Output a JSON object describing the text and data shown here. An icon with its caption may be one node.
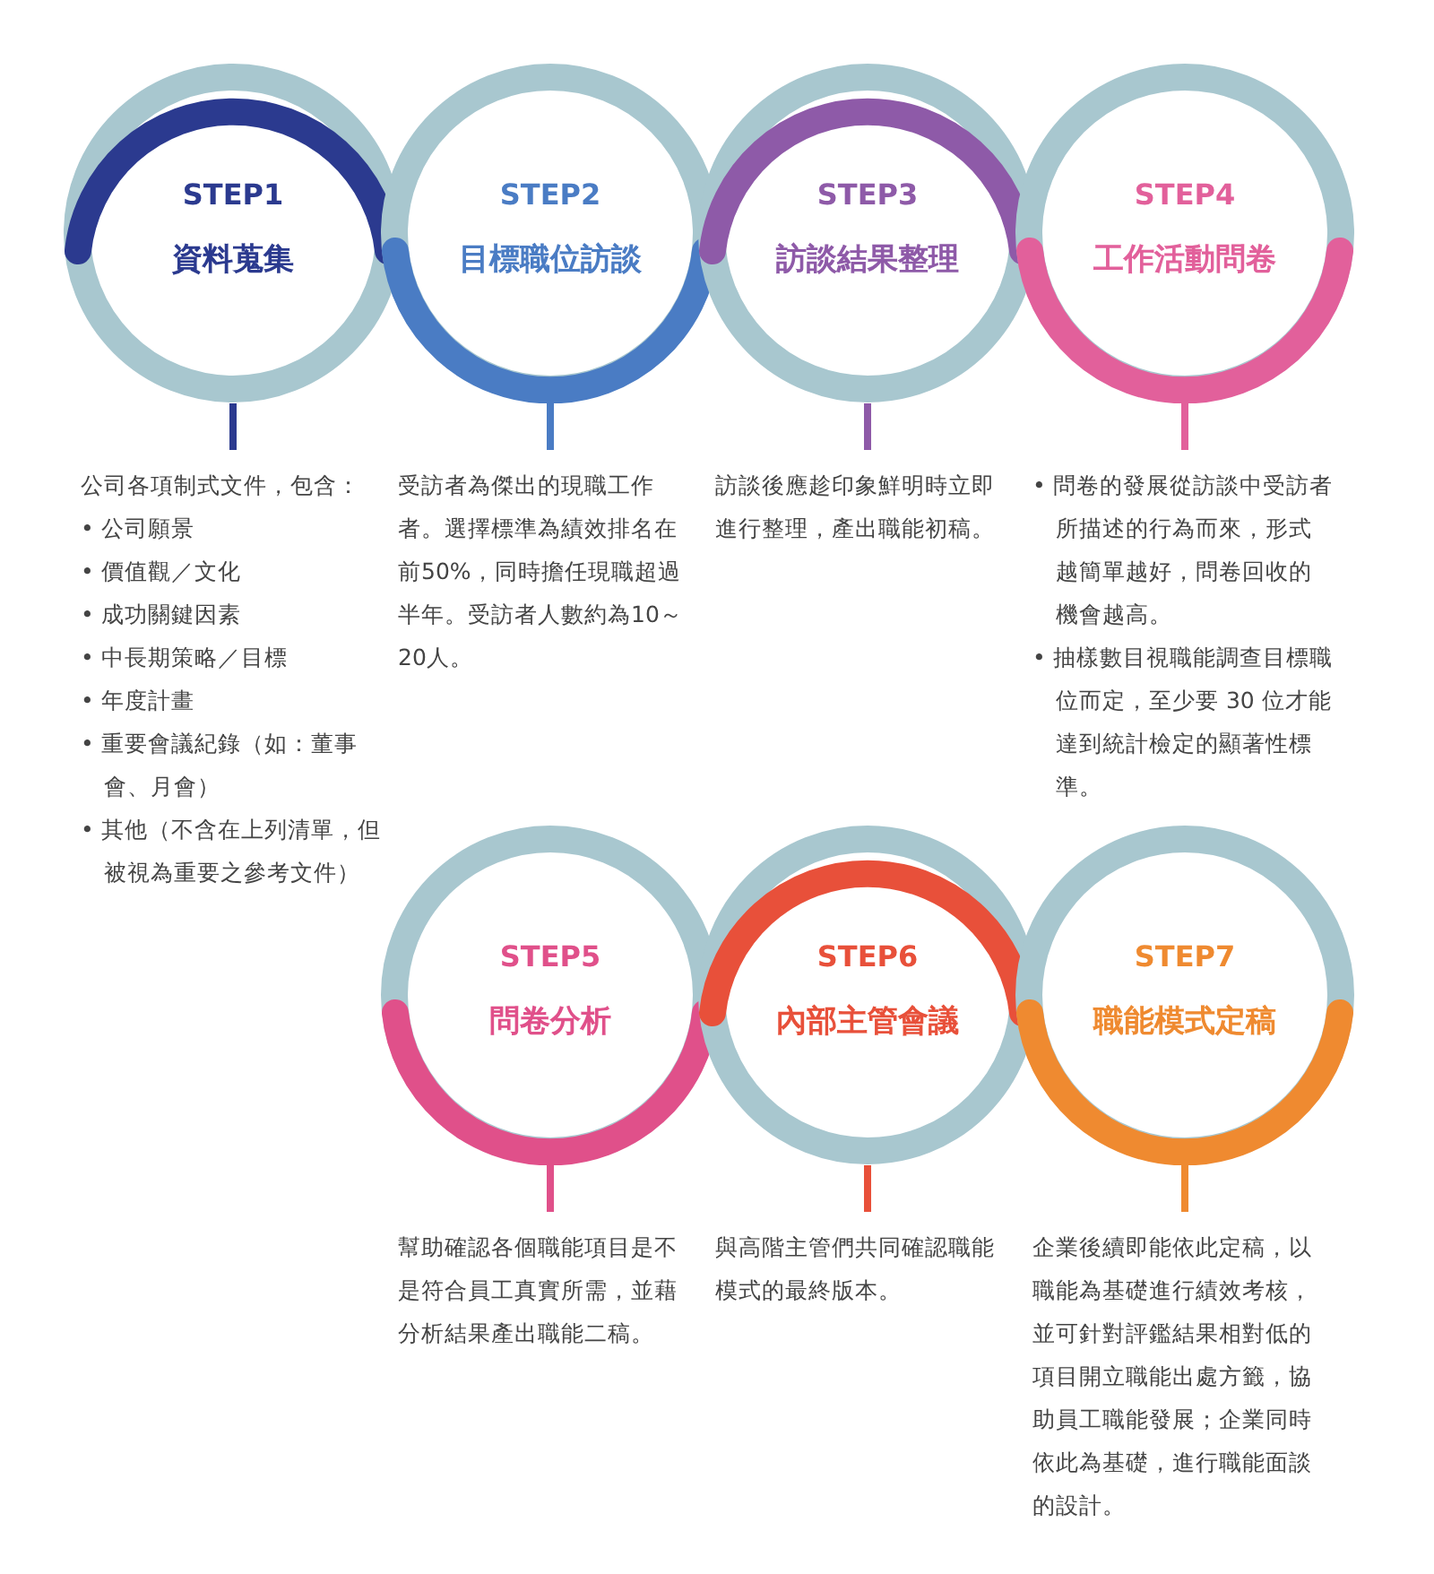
{
  "diagram": {
    "nodes": [
      {
        "text": [
          "STEP1",
          "資料蒐集"
        ],
        "beside": [
          "公司各項制式文件，包含：",
          "• 公司願景",
          "• 價值觀／文化",
          "• 成功關鍵因素",
          "• 中長期策略／目標",
          "• 年度計畫",
          "• 重要會議紀錄（如：董事會、月會）",
          "• 其他（不含在上列清單，但被視為重要之參考文件）"
        ]
      },
      {
        "text": [
          "STEP2",
          "目標職位訪談"
        ],
        "beside": [
          "受訪者為傑出的現職工作者。選擇標準為績效排名在前50%，同時擔任現職超過半年。受訪者人數約為10～20人。"
        ]
      },
      {
        "text": [
          "STEP3",
          "訪談結果整理"
        ],
        "beside": [
          "訪談後應趁印象鮮明時立即進行整理，產出職能初稿。"
        ]
      },
      {
        "text": [
          "STEP4",
          "工作活動問卷"
        ],
        "beside": [
          "• 問卷的發展從訪談中受訪者所描述的行為而來，形式越簡單越好，問卷回收的機會越高。",
          "• 抽樣數目視職能調查目標職位而定，至少要 30 位才能達到統計檢定的顯著性標準。"
        ]
      },
      {
        "text": [
          "STEP5",
          "問卷分析"
        ],
        "beside": [
          "幫助確認各個職能項目是不是符合員工真實所需，並藉分析結果產出職能二稿。"
        ]
      },
      {
        "text": [
          "STEP6",
          "內部主管會議"
        ],
        "beside": [
          "與高階主管們共同確認職能模式的最終版本。"
        ]
      },
      {
        "text": [
          "STEP7",
          "職能模式定稿"
        ],
        "beside": [
          "企業後續即能依此定稿，以職能為基礎進行績效考核，並可針對評鑑結果相對低的項目開立職能出處方籤，協助員工職能發展；企業同時依此為基礎，進行職能面談的設計。"
        ]
      }
    ]
  }
}
